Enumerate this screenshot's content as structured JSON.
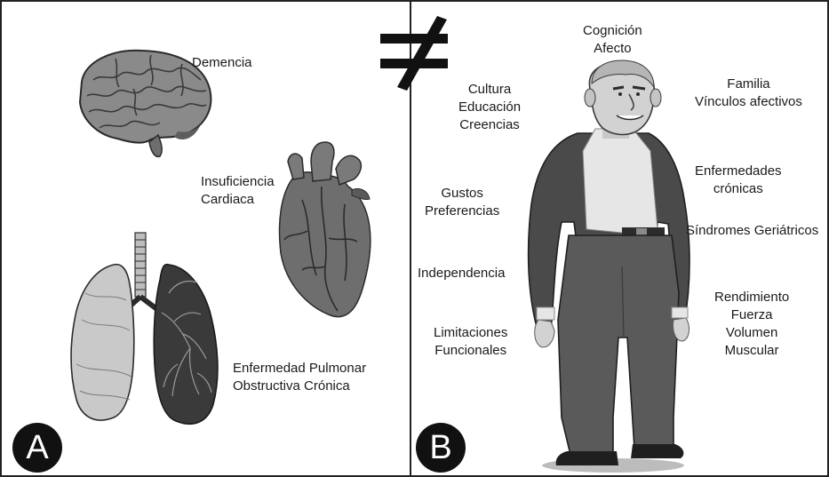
{
  "panel_a": {
    "letter": "A",
    "labels": {
      "dementia": "Demencia",
      "heart_failure_1": "Insuficiencia",
      "heart_failure_2": "Cardiaca",
      "copd_1": "Enfermedad Pulmonar",
      "copd_2": "Obstructiva Crónica"
    }
  },
  "symbol": "≠",
  "panel_b": {
    "letter": "B",
    "labels": {
      "cognition_1": "Cognición",
      "cognition_2": "Afecto",
      "culture_1": "Cultura",
      "culture_2": "Educación",
      "culture_3": "Creencias",
      "family_1": "Familia",
      "family_2": "Vínculos afectivos",
      "tastes_1": "Gustos",
      "tastes_2": "Preferencias",
      "chronic_1": "Enfermedades",
      "chronic_2": "crónicas",
      "geriatric": "Síndromes Geriátricos",
      "independence": "Independencia",
      "limitations_1": "Limitaciones",
      "limitations_2": "Funcionales",
      "performance_1": "Rendimiento",
      "performance_2": "Fuerza",
      "performance_3": "Volumen",
      "performance_4": "Muscular"
    }
  },
  "colors": {
    "border": "#222222",
    "organ_fill": "#6e6e6e",
    "organ_dark": "#2b2b2b",
    "lung_light": "#c9c9c9",
    "jacket": "#4a4a4a",
    "pants": "#5a5a5a",
    "shirt": "#e6e6e6",
    "skin": "#d2d2d2"
  }
}
